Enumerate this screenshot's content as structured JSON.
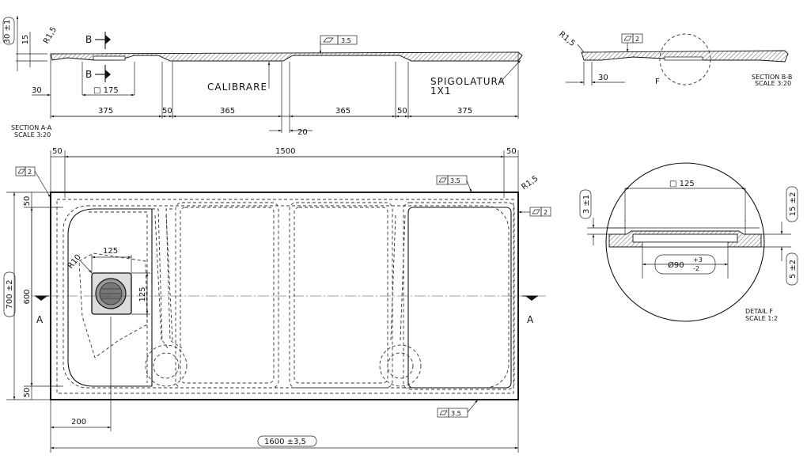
{
  "sections": {
    "section_aa": {
      "title": "SECTION A-A",
      "scale": "SCALE 3:20",
      "thickness": "30 ±1",
      "edge": "15",
      "radius": "R1,5",
      "cut_mark": "B",
      "flatness": "3.5",
      "drain_offset": "30",
      "drain_dia": "□ 175",
      "calibrate_note": "CALIBRARE",
      "chamfer_note": [
        "SPIGOLATURA",
        "1X1"
      ],
      "spans": [
        "375",
        "50",
        "365",
        "365",
        "50",
        "375"
      ],
      "gap": "20"
    },
    "section_bb": {
      "title": "SECTION B-B",
      "scale": "SCALE 3:20",
      "radius": "R1,5",
      "flatness": "2",
      "offset": "30",
      "detail_ref": "F"
    },
    "plan": {
      "flatness_top": "2",
      "flatness_right": "2",
      "flatness_tr": "3.5",
      "flatness_bottom": "3.5",
      "radius_corner": "R1,5",
      "radius_drain": "R10",
      "top_dims": [
        "50",
        "1500",
        "50"
      ],
      "left_dims": [
        "50",
        "600",
        "50"
      ],
      "overall_width": "700 ±2",
      "overall_length": "1600 ±3,5",
      "drain_size_h": "125",
      "drain_size_v": "125",
      "drain_offset": "200",
      "cut_label_left": "A",
      "cut_label_right": "A"
    },
    "detail_f": {
      "title": "DETAIL F",
      "scale": "SCALE 1:2",
      "top_size": "□ 125",
      "hole": "Ø90",
      "hole_tol_plus": "+3",
      "hole_tol_minus": "-2",
      "left_dim": "3 ±1",
      "right_dim_top": "15 ±2",
      "right_dim_bottom": "5 ±2"
    }
  }
}
